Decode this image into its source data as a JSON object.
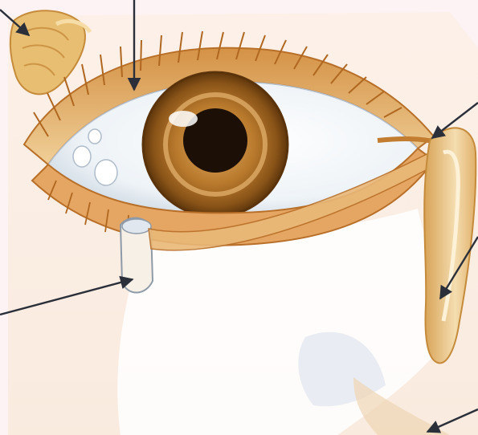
{
  "diagram": {
    "subject": "eye-lacrimal-apparatus",
    "label_texts": [],
    "colors": {
      "background": "#fdf3f5",
      "skin": "#f2dcc0",
      "skin_shadow": "#e0b98a",
      "lid_orange": "#cf8a3c",
      "lid_dark": "#a9611f",
      "iris_outer": "#7a4a14",
      "iris_mid": "#b8792c",
      "iris_inner": "#d9a055",
      "pupil": "#1c0f05",
      "sclera": "#eef3f7",
      "sclera_shadow": "#c8d3de",
      "gland": "#e8bf72",
      "duct_highlight": "#f7f0e6",
      "pointer": "#2a2f3a"
    },
    "pointers": [
      {
        "id": "top-left",
        "target": "lacrimal-gland"
      },
      {
        "id": "top-center",
        "target": "upper-eyelid-margin"
      },
      {
        "id": "right-upper",
        "target": "lacrimal-canaliculus"
      },
      {
        "id": "right-mid",
        "target": "lacrimal-sac"
      },
      {
        "id": "left-mid",
        "target": "lacrimal-punctum"
      },
      {
        "id": "bottom-right",
        "target": "nasolacrimal-duct"
      }
    ]
  }
}
